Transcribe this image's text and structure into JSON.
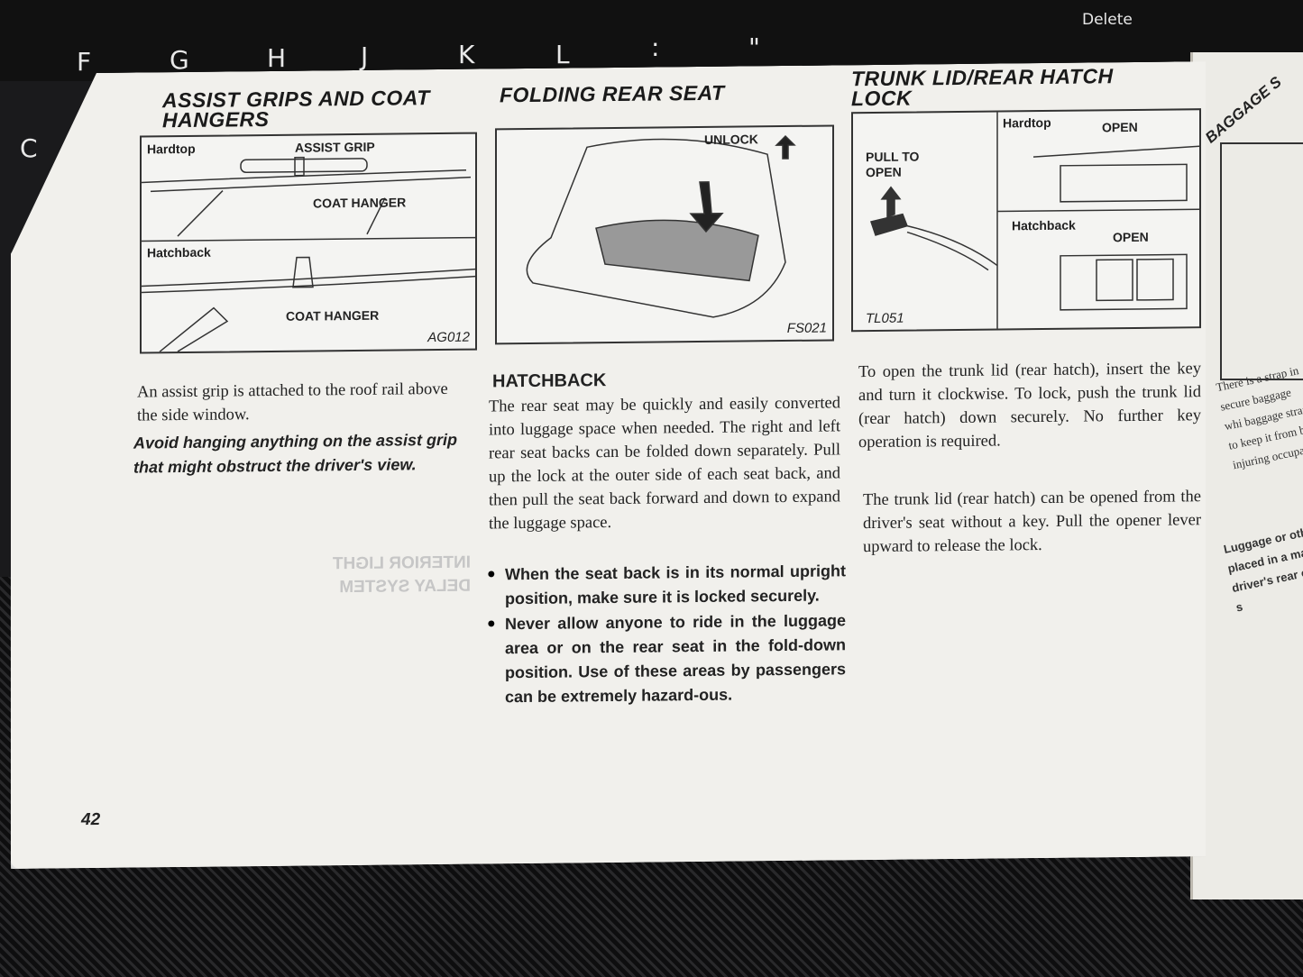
{
  "keyboard": {
    "keys": [
      "F",
      "G",
      "H",
      "J",
      "K",
      "L",
      ":",
      "\"",
      "Delete",
      "C"
    ]
  },
  "col1": {
    "heading": "ASSIST GRIPS AND COAT HANGERS",
    "figure": {
      "label_hardtop": "Hardtop",
      "label_assist_grip": "ASSIST GRIP",
      "label_coat_hanger_1": "COAT HANGER",
      "label_hatchback": "Hatchback",
      "label_coat_hanger_2": "COAT HANGER",
      "code": "AG012"
    },
    "body": "An assist grip is attached to the roof rail above the side window.",
    "warning": "Avoid hanging anything on the assist grip that might obstruct the driver's view."
  },
  "col2": {
    "heading": "FOLDING REAR SEAT",
    "figure": {
      "label_unlock": "UNLOCK",
      "code": "FS021"
    },
    "subheading": "HATCHBACK",
    "body": "The rear seat may be quickly and easily converted into luggage space when needed. The right and left rear seat backs can be folded down separately. Pull up the lock at the outer side of each seat back, and then pull the seat back forward and down to expand the luggage space.",
    "bullets": [
      "When the seat back is in its normal upright position, make sure it is locked securely.",
      "Never allow anyone to ride in the luggage area or on the rear seat in the fold-down position. Use of these areas by passengers can be extremely hazard-ous."
    ]
  },
  "col3": {
    "heading": "TRUNK LID/REAR HATCH LOCK",
    "figure": {
      "label_pull": "PULL TO OPEN",
      "label_hardtop": "Hardtop",
      "label_open_1": "OPEN",
      "label_hatchback": "Hatchback",
      "label_open_2": "OPEN",
      "code": "TL051"
    },
    "body1": "To open the trunk lid (rear hatch), insert the key and turn it clockwise. To lock, push the trunk lid (rear hatch) down securely. No further key operation is required.",
    "body2": "The trunk lid (rear hatch) can be opened from the driver's seat without a key. Pull the opener lever upward to release the lock."
  },
  "right_page": {
    "heading": "BAGGAGE S",
    "text1": "There is a strap in secure baggage whi baggage strap to keep it from be injuring occupant",
    "text2": "Luggage or oth placed in a man driver's rear or s"
  },
  "bleed": {
    "heading": "INTERIOR LIGHT DELAY SYSTEM"
  },
  "page_number": "42"
}
